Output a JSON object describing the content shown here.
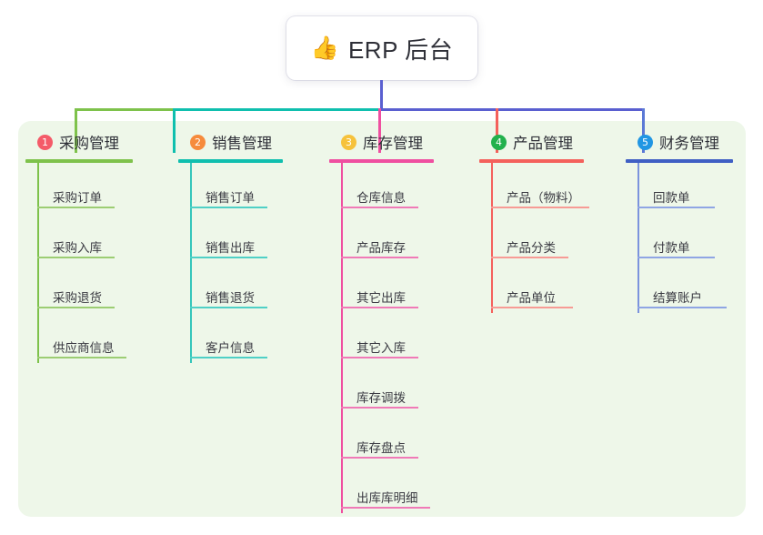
{
  "root": {
    "icon": "thumbs-up-emoji",
    "emoji": "👍",
    "title": "ERP 后台"
  },
  "theme": {
    "panel_bg": "#eef7e9",
    "page_bg": "#ffffff",
    "text": "#2f3038",
    "root_connector": "#5a5fd0"
  },
  "columns": [
    {
      "index": "1",
      "title": "采购管理",
      "badge_color": "#f45b69",
      "line_color": "#7ec24b",
      "items": [
        "采购订单",
        "采购入库",
        "采购退货",
        "供应商信息"
      ]
    },
    {
      "index": "2",
      "title": "销售管理",
      "badge_color": "#f68b3c",
      "line_color": "#0fbfae",
      "items": [
        "销售订单",
        "销售出库",
        "销售退货",
        "客户信息"
      ]
    },
    {
      "index": "3",
      "title": "库存管理",
      "badge_color": "#f6c23c",
      "line_color": "#ef4fa0",
      "items": [
        "仓库信息",
        "产品库存",
        "其它出库",
        "其它入库",
        "库存调拨",
        "库存盘点",
        "出库库明细"
      ]
    },
    {
      "index": "4",
      "title": "产品管理",
      "badge_color": "#22b14c",
      "line_color": "#f4615c",
      "items": [
        "产品（物料）",
        "产品分类",
        "产品单位"
      ]
    },
    {
      "index": "5",
      "title": "财务管理",
      "badge_color": "#2196e3",
      "line_color": "#5b79d6",
      "items": [
        "回款单",
        "付款单",
        "结算账户"
      ]
    }
  ]
}
